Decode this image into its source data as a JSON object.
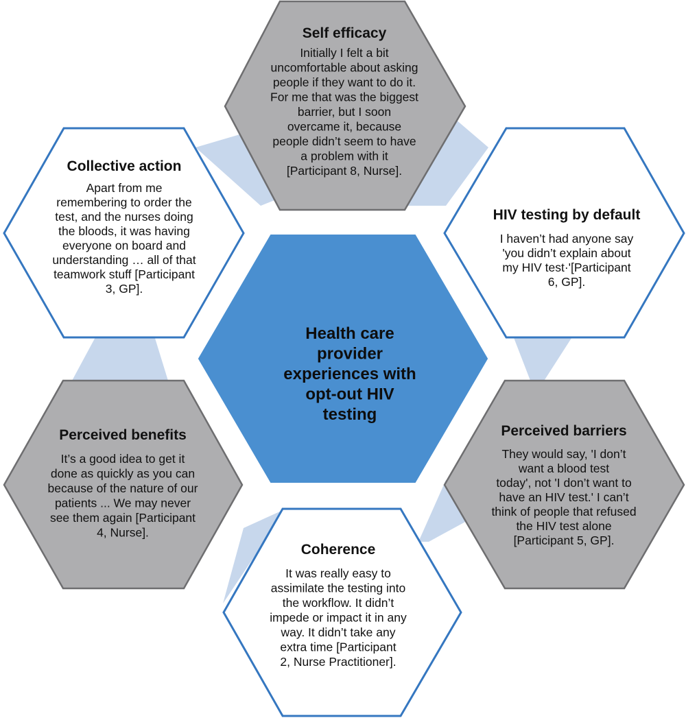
{
  "colors": {
    "center_fill": "#4a8fd0",
    "center_stroke": "#4a8fd0",
    "grey_fill": "#aeaeb0",
    "grey_stroke": "#6e6e70",
    "white_fill": "#ffffff",
    "blue_stroke": "#3577c0",
    "connector": "#c7d7ec"
  },
  "center": {
    "lines": [
      "Health care",
      "provider",
      "experiences with",
      "opt-out HIV",
      "testing"
    ]
  },
  "self_efficacy": {
    "title": "Self efficacy",
    "lines": [
      "Initially I felt a bit",
      "uncomfortable about asking",
      "people if they want to do it.",
      "For me that was the biggest",
      "barrier, but I soon",
      "overcame it, because",
      "people didn’t seem to have",
      "a problem with it",
      "[Participant 8, Nurse]."
    ]
  },
  "collective_action": {
    "title": "Collective action",
    "lines": [
      "Apart from me",
      "remembering to order the",
      "test, and the nurses doing",
      "the bloods, it was having",
      "everyone on board and",
      "understanding … all of that",
      "teamwork stuff [Participant",
      "3, GP]."
    ]
  },
  "hiv_testing_default": {
    "title": "HIV testing by default",
    "lines": [
      "I haven’t had anyone say",
      "'you didn’t explain about",
      "my HIV test·'[Participant",
      "6, GP]."
    ]
  },
  "perceived_benefits": {
    "title": "Perceived benefits",
    "lines": [
      "It’s a good idea to get it",
      "done as quickly as you can",
      "because of the nature of our",
      "patients ... We may never",
      "see them again [Participant",
      "4, Nurse]."
    ]
  },
  "perceived_barriers": {
    "title": "Perceived barriers",
    "lines": [
      "They would say, 'I don’t",
      "want a blood test",
      "today', not 'I don’t want to",
      "have an HIV test.' I can’t",
      "think of people that refused",
      "the HIV test alone",
      "[Participant 5, GP]."
    ]
  },
  "coherence": {
    "title": "Coherence",
    "lines": [
      "It was really easy to",
      "assimilate the testing into",
      "the workflow. It didn’t",
      "impede or impact it in any",
      "way. It didn’t take any",
      "extra time [Participant",
      "2, Nurse Practitioner]."
    ]
  }
}
